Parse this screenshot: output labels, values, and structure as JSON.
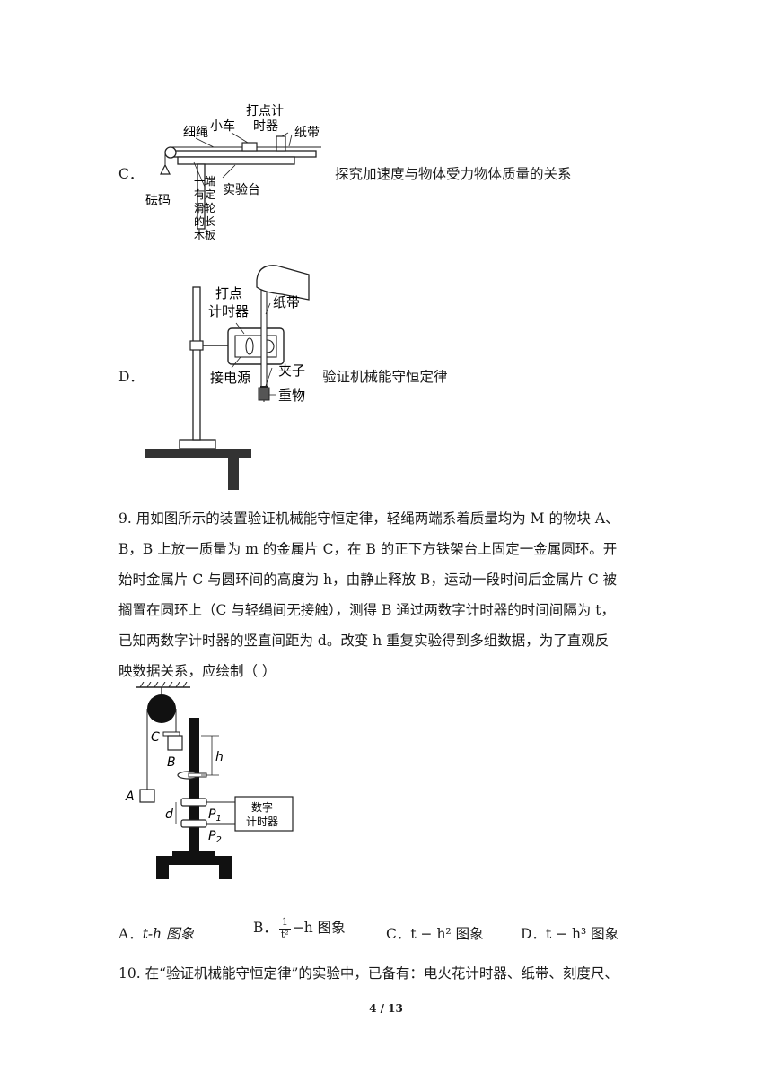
{
  "q8": {
    "option_c": {
      "letter": "C．",
      "text": "探究加速度与物体受力物体质量的关系"
    },
    "option_d": {
      "letter": "D．",
      "text": "验证机械能守恒定律"
    },
    "figure_c_labels": {
      "timer_line1": "打点计",
      "timer_line2": "时器",
      "cart": "小车",
      "string": "细绳",
      "tape": "纸带",
      "weight": "砝码",
      "table": "实验台",
      "board_col1": "一端有定",
      "board_col2": "滑轮的长",
      "board_col3": "木板"
    },
    "figure_d_labels": {
      "timer_line1": "打点",
      "timer_line2": "计时器",
      "tape": "纸带",
      "power": "接电源",
      "clip": "夹子",
      "weight": "重物"
    }
  },
  "q9": {
    "lines": [
      "9. 用如图所示的装置验证机械能守恒定律，轻绳两端系着质量均为 M 的物块 A、",
      "B，B 上放一质量为 m 的金属片 C，在 B 的正下方铁架台上固定一金属圆环。开",
      "始时金属片 C 与圆环间的高度为 h，由静止释放 B，运动一段时间后金属片 C 被",
      "搁置在圆环上（C 与轻绳间无接触），测得 B 通过两数字计时器的时间间隔为 t，",
      "已知两数字计时器的竖直间距为 d。改变 h 重复实验得到多组数据，为了直观反",
      "映数据关系，应绘制（        ）"
    ],
    "figure_labels": {
      "a": "A",
      "b": "B",
      "c": "C",
      "h": "h",
      "d": "d",
      "p1": "P",
      "p1_sub": "1",
      "p2": "P",
      "p2_sub": "2",
      "timer_line1": "数字",
      "timer_line2": "计时器"
    },
    "options": {
      "a_letter": "A．",
      "a_text": "t-h 图象",
      "b_letter": "B．",
      "b_num": "1",
      "b_den": "t²",
      "b_text": "−h 图象",
      "c_letter": "C．",
      "c_text": "t − h² 图象",
      "d_letter": "D．",
      "d_text": "t − h³ 图象"
    }
  },
  "q10": {
    "line": "10. 在“验证机械能守恒定律”的实验中，已备有：电火花计时器、纸带、刻度尺、"
  },
  "footer": {
    "page": "4 / 13"
  }
}
